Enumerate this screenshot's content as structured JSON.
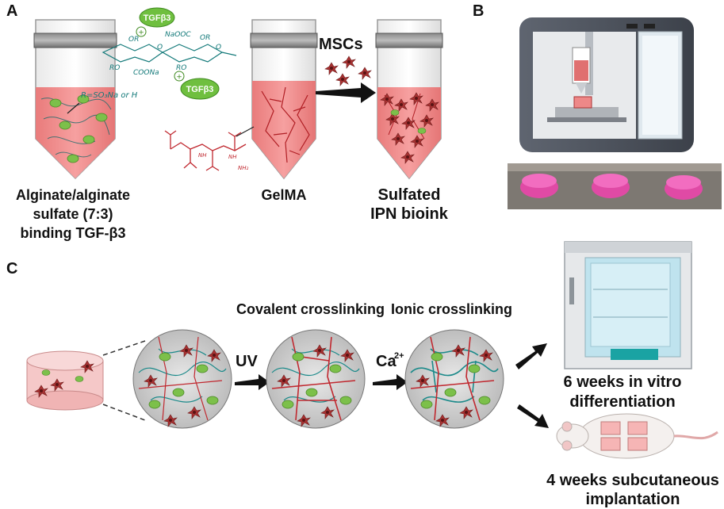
{
  "panels": {
    "a": "A",
    "b": "B",
    "c": "C"
  },
  "panel_a": {
    "tube1_label": [
      "Alginate/alginate",
      "sulfate (7:3)",
      "binding TGF-β3"
    ],
    "tube2_label": "GelMA",
    "tube3_label": [
      "Sulfated",
      "IPN bioink"
    ],
    "cells_label": "MSCs",
    "tgf_badge": "TGFβ3",
    "r_group": "R=SO₃Na or H",
    "chem_or": "OR",
    "chem_ro": "RO",
    "chem_coona": "COONa",
    "chem_naooc": "NaOOC",
    "chem_o": "O",
    "chem_nh": "NH",
    "chem_nh2": "NH₂"
  },
  "panel_c": {
    "step_uv": "UV",
    "step_ca": "Ca",
    "step_ca_sup": "2+",
    "covalent": "Covalent crosslinking",
    "ionic": "Ionic crosslinking",
    "outcome1": [
      "6 weeks in vitro",
      "differentiation"
    ],
    "outcome2": [
      "4 weeks subcutaneous",
      "implantation"
    ]
  },
  "colors": {
    "gel_pink": "#f08a8a",
    "tube_grey": "#cfcfcf",
    "cell_red": "#a83232",
    "particle_green": "#7cc04a",
    "chain_teal": "#1b8a8a",
    "chain_red": "#c0282f"
  },
  "icons": [
    "tube-icon",
    "printer-icon",
    "incubator-icon",
    "mouse-icon",
    "arrow-icon",
    "cell-icon",
    "tgf-molecule-icon"
  ]
}
